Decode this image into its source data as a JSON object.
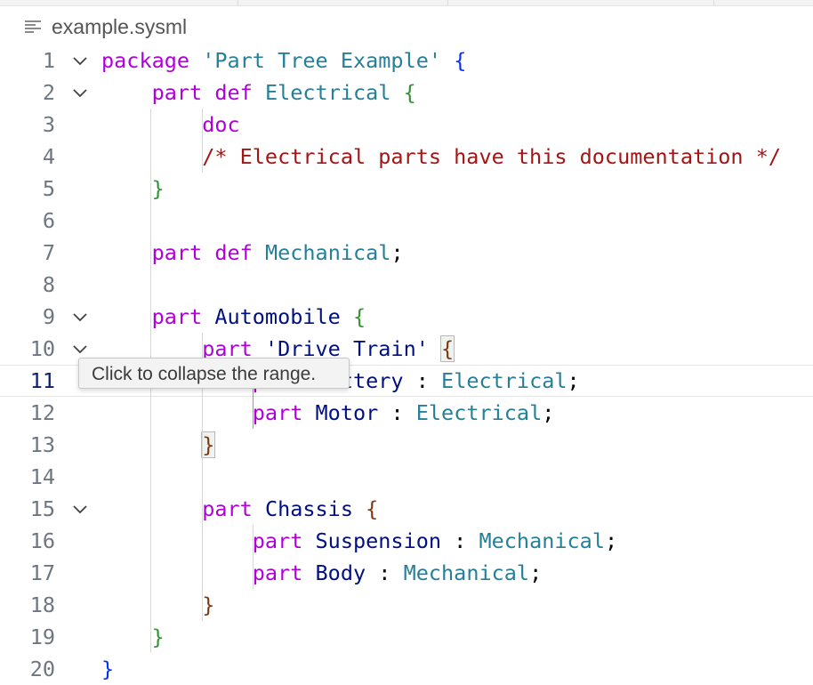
{
  "breadcrumb": {
    "filename": "example.sysml",
    "icon": "file-lines-icon"
  },
  "tooltip": {
    "text": "Click to collapse the range."
  },
  "colors": {
    "keyword": "#af00db",
    "type": "#267f99",
    "name": "#001080",
    "string": "#0451a5",
    "comment": "#a31515",
    "bracket1": "#0431fa",
    "bracket2": "#319331",
    "bracket3": "#7b3814"
  },
  "lines": [
    {
      "n": "1",
      "fold": true,
      "tokens": [
        {
          "t": "package",
          "c": "kw"
        },
        {
          "t": " "
        },
        {
          "t": "'Part Tree Example'",
          "c": "ty"
        },
        {
          "t": " "
        },
        {
          "t": "{",
          "c": "p1"
        }
      ]
    },
    {
      "n": "2",
      "fold": true,
      "tokens": [
        {
          "t": "    "
        },
        {
          "t": "part",
          "c": "kw"
        },
        {
          "t": " "
        },
        {
          "t": "def",
          "c": "kw"
        },
        {
          "t": " "
        },
        {
          "t": "Electrical",
          "c": "ty"
        },
        {
          "t": " "
        },
        {
          "t": "{",
          "c": "p2"
        }
      ]
    },
    {
      "n": "3",
      "tokens": [
        {
          "t": "        "
        },
        {
          "t": "doc",
          "c": "kw"
        }
      ]
    },
    {
      "n": "4",
      "tokens": [
        {
          "t": "        "
        },
        {
          "t": "/* Electrical parts have this documentation */",
          "c": "cm"
        }
      ]
    },
    {
      "n": "5",
      "tokens": [
        {
          "t": "    "
        },
        {
          "t": "}",
          "c": "p2"
        }
      ]
    },
    {
      "n": "6",
      "tokens": []
    },
    {
      "n": "7",
      "tokens": [
        {
          "t": "    "
        },
        {
          "t": "part",
          "c": "kw"
        },
        {
          "t": " "
        },
        {
          "t": "def",
          "c": "kw"
        },
        {
          "t": " "
        },
        {
          "t": "Mechanical",
          "c": "ty"
        },
        {
          "t": ";",
          "c": "op"
        }
      ]
    },
    {
      "n": "8",
      "tokens": []
    },
    {
      "n": "9",
      "fold": true,
      "tokens": [
        {
          "t": "    "
        },
        {
          "t": "part",
          "c": "kw"
        },
        {
          "t": " "
        },
        {
          "t": "Automobile",
          "c": "nm"
        },
        {
          "t": " "
        },
        {
          "t": "{",
          "c": "p2"
        }
      ]
    },
    {
      "n": "10",
      "fold": true,
      "tokens": [
        {
          "t": "        "
        },
        {
          "t": "part",
          "c": "kw"
        },
        {
          "t": " "
        },
        {
          "t": "'Drive Train'",
          "c": "nm"
        },
        {
          "t": " "
        },
        {
          "t": "{",
          "c": "p3 bmatch"
        }
      ]
    },
    {
      "n": "11",
      "current": true,
      "tokens": [
        {
          "t": "            "
        },
        {
          "t": "part",
          "c": "kw"
        },
        {
          "t": " "
        },
        {
          "t": "Battery",
          "c": "nm"
        },
        {
          "t": " "
        },
        {
          "t": ":",
          "c": "op"
        },
        {
          "t": " "
        },
        {
          "t": "Electrical",
          "c": "ty"
        },
        {
          "t": ";",
          "c": "op"
        }
      ]
    },
    {
      "n": "12",
      "tokens": [
        {
          "t": "            "
        },
        {
          "t": "part",
          "c": "kw"
        },
        {
          "t": " "
        },
        {
          "t": "Motor",
          "c": "nm"
        },
        {
          "t": " "
        },
        {
          "t": ":",
          "c": "op"
        },
        {
          "t": " "
        },
        {
          "t": "Electrical",
          "c": "ty"
        },
        {
          "t": ";",
          "c": "op"
        }
      ]
    },
    {
      "n": "13",
      "tokens": [
        {
          "t": "        "
        },
        {
          "t": "}",
          "c": "p3 bmatch"
        }
      ]
    },
    {
      "n": "14",
      "tokens": []
    },
    {
      "n": "15",
      "fold": true,
      "tokens": [
        {
          "t": "        "
        },
        {
          "t": "part",
          "c": "kw"
        },
        {
          "t": " "
        },
        {
          "t": "Chassis",
          "c": "nm"
        },
        {
          "t": " "
        },
        {
          "t": "{",
          "c": "p3"
        }
      ]
    },
    {
      "n": "16",
      "tokens": [
        {
          "t": "            "
        },
        {
          "t": "part",
          "c": "kw"
        },
        {
          "t": " "
        },
        {
          "t": "Suspension",
          "c": "nm"
        },
        {
          "t": " "
        },
        {
          "t": ":",
          "c": "op"
        },
        {
          "t": " "
        },
        {
          "t": "Mechanical",
          "c": "ty"
        },
        {
          "t": ";",
          "c": "op"
        }
      ]
    },
    {
      "n": "17",
      "tokens": [
        {
          "t": "            "
        },
        {
          "t": "part",
          "c": "kw"
        },
        {
          "t": " "
        },
        {
          "t": "Body",
          "c": "nm"
        },
        {
          "t": " "
        },
        {
          "t": ":",
          "c": "op"
        },
        {
          "t": " "
        },
        {
          "t": "Mechanical",
          "c": "ty"
        },
        {
          "t": ";",
          "c": "op"
        }
      ]
    },
    {
      "n": "18",
      "tokens": [
        {
          "t": "        "
        },
        {
          "t": "}",
          "c": "p3"
        }
      ]
    },
    {
      "n": "19",
      "tokens": [
        {
          "t": "    "
        },
        {
          "t": "}",
          "c": "p2"
        }
      ]
    },
    {
      "n": "20",
      "tokens": [
        {
          "t": "}",
          "c": "p1"
        }
      ]
    }
  ]
}
